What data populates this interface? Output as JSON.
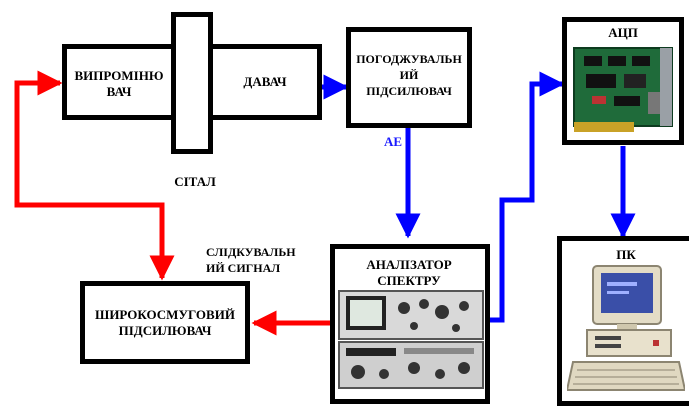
{
  "diagram": {
    "emitter": "ВИПРОМІНЮ\nВАЧ",
    "sensor": "ДАВАЧ",
    "steel": "СІТАЛ",
    "preamp": "ПОГОДЖУВАЛЬН\nИЙ\nПІДСИЛЮВАЧ",
    "ae": "AE",
    "adc": "АЦП",
    "pc": "ПК",
    "tracking_signal": "СЛІДКУВАЛЬН\nИЙ СИГНАЛ",
    "analyzer": "АНАЛІЗАТОР\nСПЕКТРУ",
    "broadband_amp": "ШИРОКОСМУГОВИЙ\nПІДСИЛЮВАЧ"
  },
  "colors": {
    "blue_link": "#0000ff",
    "red_link": "#ff0000",
    "ae_label": "#1a1aff"
  },
  "icons": [
    "adc-board-image",
    "spectrum-analyzer-image",
    "personal-computer-image"
  ]
}
